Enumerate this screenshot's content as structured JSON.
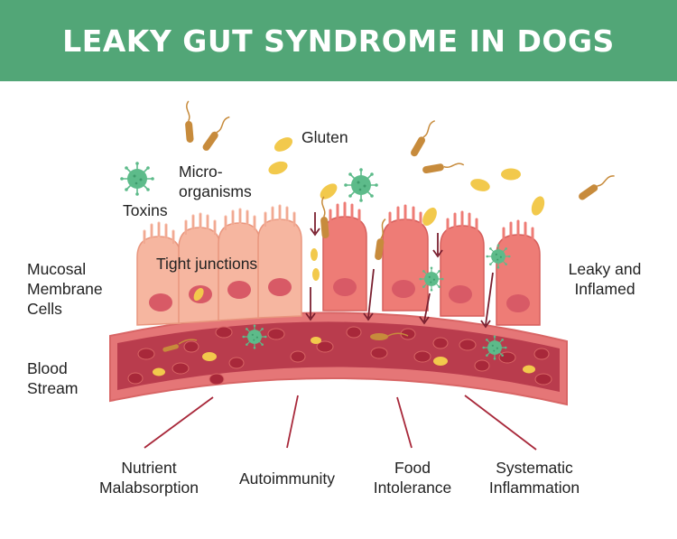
{
  "title": "LEAKY GUT SYNDROME IN DOGS",
  "colors": {
    "header_bg": "#52a677",
    "title_text": "#ffffff",
    "healthy_cell": "#f6b6a0",
    "inflamed_cell": "#ee7c76",
    "nucleus": "#d85a66",
    "vessel_wall": "#e57677",
    "vessel_inner": "#b93c4d",
    "red_blood_cell": "#a8283a",
    "gluten": "#f2c94c",
    "microorganism": "#c78b3c",
    "toxin_virus": "#5dbb8a",
    "arrow": "#7a2030"
  },
  "labels": {
    "gluten": "Gluten",
    "microorganisms": "Micro-\norganisms",
    "toxins": "Toxins",
    "tight_junctions": "Tight junctions",
    "mucosal_cells": "Mucosal\nMembrane\nCells",
    "leaky_inflamed": "Leaky and\nInflamed",
    "blood_stream": "Blood\nStream"
  },
  "effects": [
    {
      "label": "Nutrient\nMalabsorption"
    },
    {
      "label": "Autoimmunity"
    },
    {
      "label": "Food\nIntolerance"
    },
    {
      "label": "Systematic\nInflammation"
    }
  ]
}
